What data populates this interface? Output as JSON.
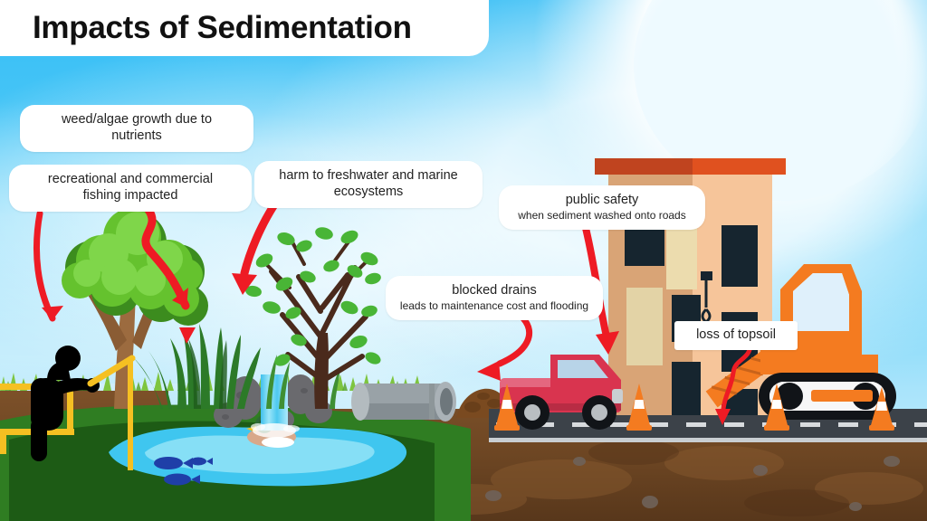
{
  "title": "Impacts of Sedimentation",
  "theme": {
    "sky_top": "#35bdf5",
    "sky_bottom": "#cfeffd",
    "arrow_red": "#ee1b24",
    "label_bg": "#ffffff",
    "label_text": "#222222",
    "soil_brown": "#6d4623",
    "grass_green": "#2f7d22",
    "water_blue": "#3fc6ef",
    "road_grey": "#3c4249",
    "truck_red": "#d9344f",
    "crane_orange": "#f47b20",
    "building_tan": "#f6c59a",
    "cone_orange": "#f47b20"
  },
  "labels": [
    {
      "id": "weed-algae",
      "line1": "weed/algae growth due to",
      "line2": "nutrients",
      "single": false
    },
    {
      "id": "fishing",
      "line1": "recreational and commercial",
      "line2": "fishing impacted",
      "single": false
    },
    {
      "id": "ecosystems",
      "line1": "harm to freshwater and marine",
      "line2": "ecosystems",
      "single": false
    },
    {
      "id": "public-safety",
      "line1": "public safety",
      "line2": "when sediment washed onto roads",
      "single": false
    },
    {
      "id": "blocked-drains",
      "line1": "blocked drains",
      "line2": "leads to maintenance cost and flooding",
      "single": false
    },
    {
      "id": "loss-of-topsoil",
      "line1": "loss of topsoil",
      "line2": "",
      "single": true
    }
  ],
  "scene": {
    "items": [
      "sun-cloud",
      "big-leafy-tree",
      "bare-tree",
      "reed-grass",
      "waterfall",
      "pond",
      "fish",
      "duck",
      "fisherman",
      "drainage-pipe",
      "sediment-mound",
      "red-pickup-truck",
      "traffic-cones",
      "apartment-building",
      "crawler-crane",
      "road",
      "soil-cross-section"
    ]
  }
}
